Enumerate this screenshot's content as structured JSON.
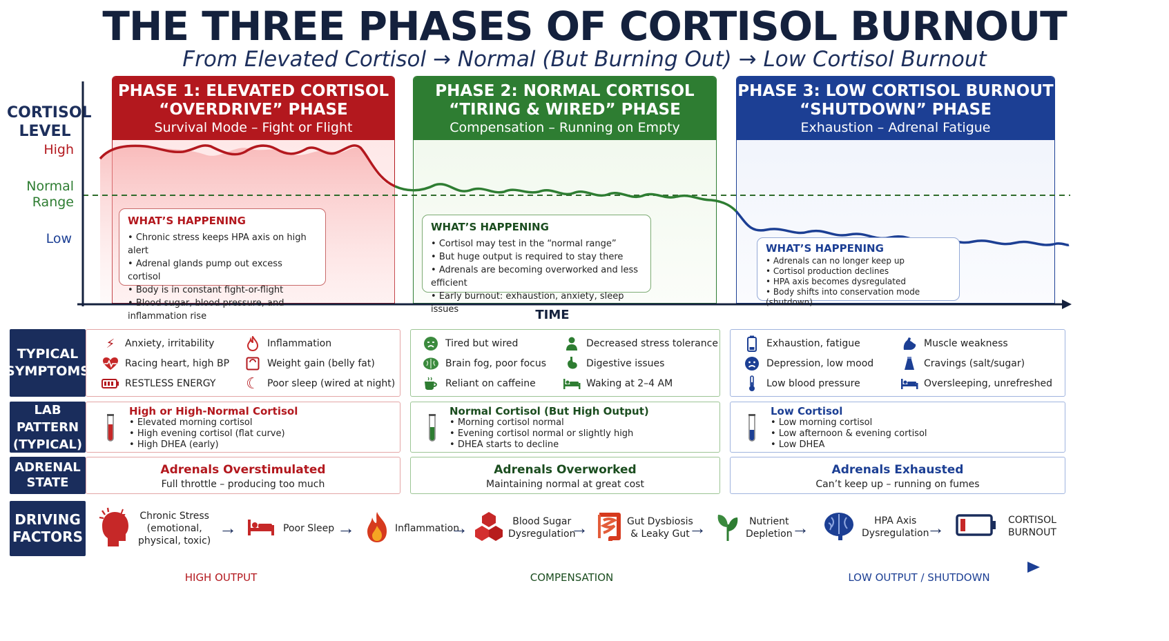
{
  "title": "THE THREE PHASES OF CORTISOL BURNOUT",
  "subtitle": "From Elevated Cortisol → Normal (But Burning Out) → Low Cortisol Burnout",
  "colors": {
    "red": "#b3181e",
    "green": "#2e7d32",
    "blue": "#1c3f94",
    "navy": "#1a2d5c"
  },
  "axis": {
    "y_title_1": "CORTISOL",
    "y_title_2": "LEVEL",
    "high": "High",
    "normal_1": "Normal",
    "normal_2": "Range",
    "low": "Low",
    "x_title": "TIME"
  },
  "phases": [
    {
      "line1": "PHASE 1: ELEVATED CORTISOL",
      "line2": "“OVERDRIVE” PHASE",
      "line3": "Survival Mode – Fight or Flight",
      "happening_title": "WHAT’S HAPPENING",
      "happening": [
        "Chronic stress keeps HPA axis on high alert",
        "Adrenal glands pump out excess cortisol",
        "Body is in constant fight-or-flight",
        "Blood sugar, blood pressure, and inflammation rise"
      ]
    },
    {
      "line1": "PHASE 2: NORMAL CORTISOL",
      "line2": "“TIRING & WIRED” PHASE",
      "line3": "Compensation – Running on Empty",
      "happening_title": "WHAT’S HAPPENING",
      "happening": [
        "Cortisol may test in the “normal range”",
        "But huge output is required to stay there",
        "Adrenals are becoming overworked and less efficient",
        "Early burnout: exhaustion, anxiety, sleep issues"
      ]
    },
    {
      "line1": "PHASE 3: LOW CORTISOL BURNOUT",
      "line2": "“SHUTDOWN” PHASE",
      "line3": "Exhaustion – Adrenal Fatigue",
      "happening_title": "WHAT’S HAPPENING",
      "happening": [
        "Adrenals can no longer keep up",
        "Cortisol production declines",
        "HPA axis becomes dysregulated",
        "Body shifts into conservation mode (shutdown)"
      ]
    }
  ],
  "rows": {
    "symptoms_1": "TYPICAL",
    "symptoms_2": "SYMPTOMS",
    "lab_1": "LAB PATTERN",
    "lab_2": "(TYPICAL)",
    "adrenal_1": "ADRENAL",
    "adrenal_2": "STATE",
    "driving_1": "DRIVING",
    "driving_2": "FACTORS"
  },
  "symptoms": [
    [
      {
        "text": "Anxiety, irritability",
        "icon": "lightning-icon"
      },
      {
        "text": "Inflammation",
        "icon": "flame-icon"
      },
      {
        "text": "Racing heart, high BP",
        "icon": "heartbeat-icon"
      },
      {
        "text": "Weight gain (belly fat)",
        "icon": "scale-icon"
      },
      {
        "text": "RESTLESS ENERGY",
        "icon": "battery-icon"
      },
      {
        "text": "Poor sleep (wired at night)",
        "icon": "moon-icon"
      }
    ],
    [
      {
        "text": "Tired but wired",
        "icon": "tired-face-icon"
      },
      {
        "text": "Decreased stress tolerance",
        "icon": "person-icon"
      },
      {
        "text": "Brain fog, poor focus",
        "icon": "brain-icon"
      },
      {
        "text": "Digestive issues",
        "icon": "stomach-icon"
      },
      {
        "text": "Reliant on caffeine",
        "icon": "coffee-icon"
      },
      {
        "text": "Waking at 2–4 AM",
        "icon": "bed-icon"
      }
    ],
    [
      {
        "text": "Exhaustion, fatigue",
        "icon": "low-battery-icon"
      },
      {
        "text": "Muscle weakness",
        "icon": "arm-icon"
      },
      {
        "text": "Depression, low mood",
        "icon": "sad-face-icon"
      },
      {
        "text": "Cravings (salt/sugar)",
        "icon": "salt-shaker-icon"
      },
      {
        "text": "Low blood pressure",
        "icon": "thermometer-icon"
      },
      {
        "text": "Oversleeping, unrefreshed",
        "icon": "bed-icon"
      }
    ]
  ],
  "labs": [
    {
      "title": "High or High-Normal Cortisol",
      "items": [
        "Elevated morning cortisol",
        "High evening cortisol (flat curve)",
        "High DHEA (early)"
      ],
      "icon": "test-tube-icon"
    },
    {
      "title": "Normal Cortisol (But High Output)",
      "items": [
        "Morning cortisol normal",
        "Evening cortisol normal or slightly high",
        "DHEA starts to decline"
      ],
      "icon": "test-tube-icon"
    },
    {
      "title": "Low Cortisol",
      "items": [
        "Low morning cortisol",
        "Low afternoon & evening cortisol",
        "Low DHEA"
      ],
      "icon": "test-tube-icon"
    }
  ],
  "adrenal": [
    {
      "title": "Adrenals Overstimulated",
      "sub": "Full throttle – producing too much"
    },
    {
      "title": "Adrenals Overworked",
      "sub": "Maintaining normal at great cost"
    },
    {
      "title": "Adrenals Exhausted",
      "sub": "Can’t keep up – running on fumes"
    }
  ],
  "factors": [
    {
      "l1": "Chronic Stress",
      "l2": "(emotional,",
      "l3": "physical, toxic)",
      "icon": "stressed-head-icon"
    },
    {
      "l1": "Poor Sleep",
      "icon": "bed-icon"
    },
    {
      "l1": "Inflammation",
      "icon": "flame-icon"
    },
    {
      "l1": "Blood Sugar",
      "l2": "Dysregulation",
      "icon": "sugar-cubes-icon"
    },
    {
      "l1": "Gut Dysbiosis",
      "l2": "& Leaky Gut",
      "icon": "intestine-icon"
    },
    {
      "l1": "Nutrient",
      "l2": "Depletion",
      "icon": "leaf-icon"
    },
    {
      "l1": "HPA Axis",
      "l2": "Dysregulation",
      "icon": "brain-icon"
    },
    {
      "l1": "CORTISOL",
      "l2": "BURNOUT",
      "icon": "empty-battery-icon"
    }
  ],
  "bottom": {
    "left": "HIGH OUTPUT",
    "middle": "COMPENSATION",
    "right": "LOW OUTPUT / SHUTDOWN"
  }
}
